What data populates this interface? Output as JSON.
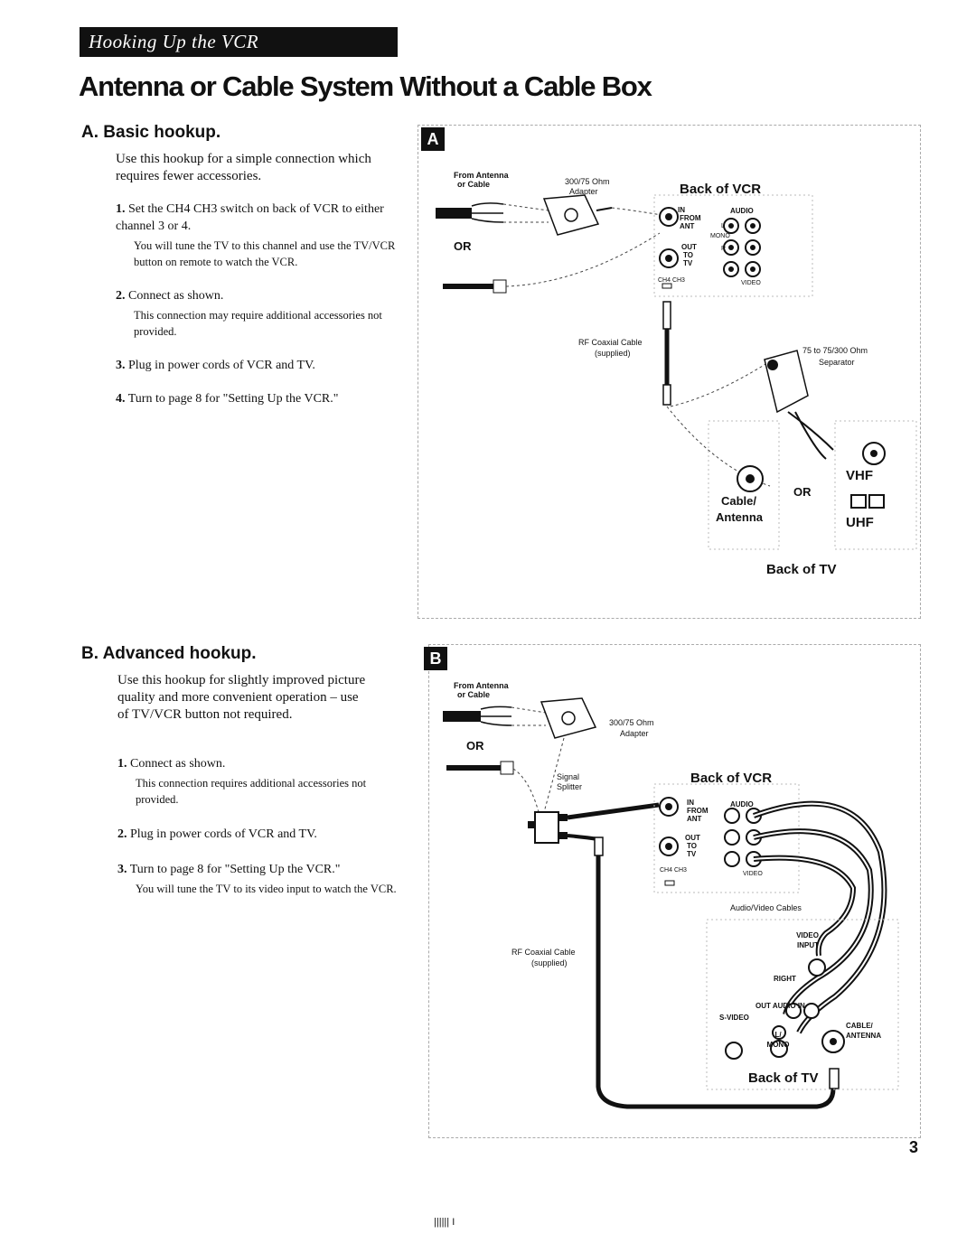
{
  "header": {
    "banner": "Hooking Up the VCR",
    "title": "Antenna or Cable System Without a Cable Box"
  },
  "section_a": {
    "heading": "A.  Basic hookup.",
    "intro": "Use this hookup for a simple connection which requires fewer accessories.",
    "steps": [
      {
        "num": "1.",
        "text": "Set the CH4 CH3 switch on back of VCR to either channel 3 or 4.",
        "note": "You will tune the TV to this channel and use the TV/VCR button on remote to watch the VCR."
      },
      {
        "num": "2.",
        "text": "Connect as shown.",
        "note": "This connection may require additional accessories not provided."
      },
      {
        "num": "3.",
        "text": "Plug in power cords of VCR and TV.",
        "note": ""
      },
      {
        "num": "4.",
        "text": "Turn to page 8 for \"Setting Up the VCR.\"",
        "note": ""
      }
    ]
  },
  "section_b": {
    "heading": "B.  Advanced hookup.",
    "intro": "Use this hookup for slightly improved picture quality and more convenient operation – use of TV/VCR button not required.",
    "steps": [
      {
        "num": "1.",
        "text": "Connect as shown.",
        "note": "This connection requires additional accessories not provided."
      },
      {
        "num": "2.",
        "text": "Plug in power cords of VCR and TV.",
        "note": ""
      },
      {
        "num": "3.",
        "text": "Turn to page 8 for \"Setting Up the VCR.\"",
        "note": "You will tune the TV to its video input to watch the VCR."
      }
    ]
  },
  "diagram_a": {
    "badge": "A",
    "from_antenna": "From Antenna",
    "or_cable": "or Cable",
    "adapter_ohm": "300/75 Ohm",
    "adapter": "Adapter",
    "back_of_vcr": "Back of VCR",
    "or": "OR",
    "in": "IN",
    "from": "FROM",
    "ant": "ANT",
    "audio": "AUDIO",
    "out": "OUT",
    "to": "TO",
    "tv": "TV",
    "l": "L",
    "r": "R",
    "mono": "MONO",
    "video": "VIDEO",
    "ch4_ch3": "CH4  CH3",
    "rf_coax": "RF Coaxial Cable",
    "supplied": "(supplied)",
    "separator_ohm": "75 to 75/300 Ohm",
    "separator": "Separator",
    "vhf": "VHF",
    "uhf": "UHF",
    "cable": "Cable/",
    "antenna": "Antenna",
    "or2": "OR",
    "back_of_tv": "Back of TV"
  },
  "diagram_b": {
    "badge": "B",
    "from_antenna": "From Antenna",
    "or_cable": "or Cable",
    "adapter_ohm": "300/75 Ohm",
    "adapter": "Adapter",
    "or": "OR",
    "signal": "Signal",
    "splitter": "Splitter",
    "back_of_vcr": "Back of VCR",
    "in": "IN",
    "from": "FROM",
    "ant": "ANT",
    "audio": "AUDIO",
    "out": "OUT",
    "to": "TO",
    "tv": "TV",
    "video": "VIDEO",
    "ch4_ch3": "CH4  CH3",
    "av_cables": "Audio/Video Cables",
    "rf_coax": "RF Coaxial Cable",
    "supplied": "(supplied)",
    "video_input": "VIDEO INPUT",
    "right": "RIGHT",
    "out_audio_in": "OUT  AUDIO  IN",
    "s_video": "S-VIDEO",
    "l_mono": "L/ MONO",
    "cable_antenna": "CABLE/ ANTENNA",
    "back_of_tv": "Back of TV"
  },
  "page_number": "3",
  "footer_marks": "||||||      I"
}
